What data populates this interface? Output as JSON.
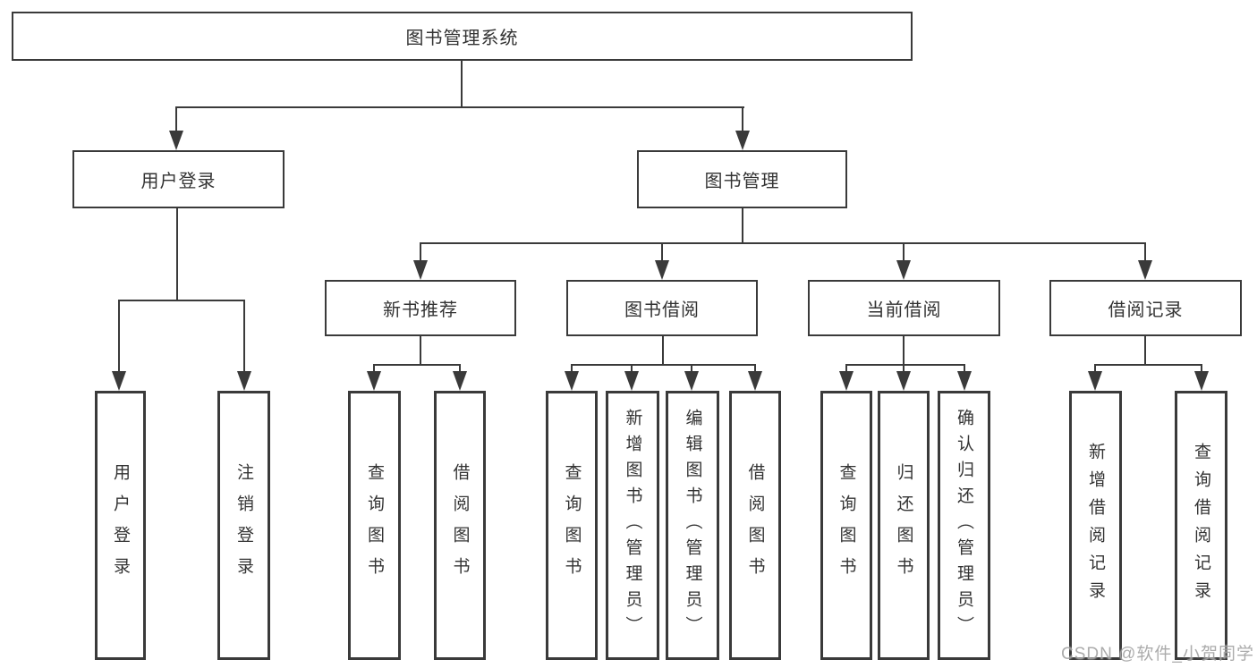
{
  "diagram": {
    "title": "图书管理系统",
    "level2": {
      "user_login": "用户登录",
      "book_management": "图书管理"
    },
    "level3": {
      "new_book_recommend": "新书推荐",
      "book_borrowing": "图书借阅",
      "current_borrowing": "当前借阅",
      "borrowing_records": "借阅记录"
    },
    "leaves": {
      "user_login": "用户登录",
      "logout": "注销登录",
      "nbr_query_books": "查询图书",
      "nbr_borrow_books": "借阅图书",
      "bb_query_books": "查询图书",
      "bb_add_books": "新增图书（管理员）",
      "bb_edit_books": "编辑图书（管理员）",
      "bb_borrow_books": "借阅图书",
      "cb_query_books": "查询图书",
      "cb_return_books": "归还图书",
      "cb_confirm_return": "确认归还（管理员）",
      "br_add_record": "新增借阅记录",
      "br_query_record": "查询借阅记录"
    },
    "watermark": "CSDN @软件_小贺同学",
    "colors": {
      "line": "#3a3a3a",
      "text": "#333333",
      "watermark": "#a3a3a3",
      "background": "#ffffff"
    }
  }
}
